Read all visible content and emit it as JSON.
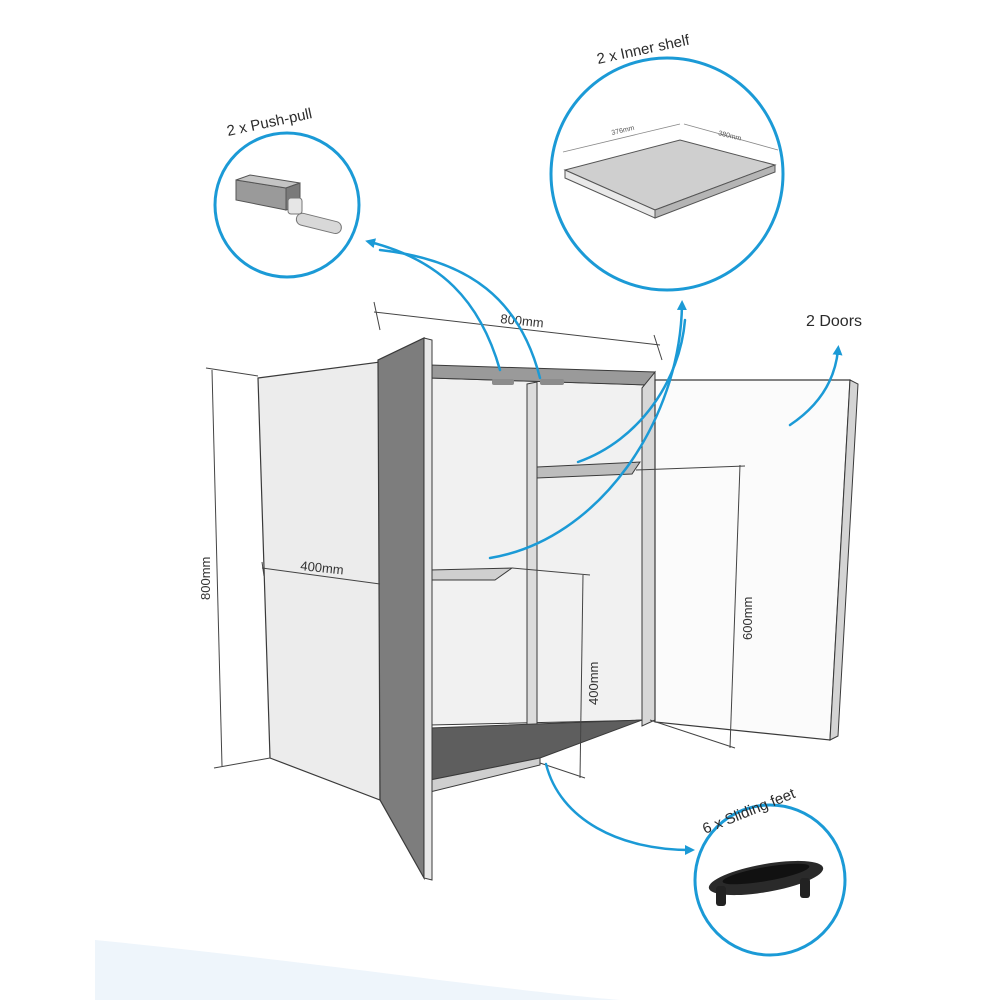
{
  "callouts": {
    "push_pull": "2 x Push-pull",
    "inner_shelf": "2 x Inner shelf",
    "doors": "2 Doors",
    "sliding_feet": "6 x Sliding feet"
  },
  "dimensions": {
    "width": "800mm",
    "height": "800mm",
    "depth": "400mm",
    "door_height": "600mm",
    "lower_height": "400mm",
    "shelf_width": "376mm",
    "shelf_depth": "380mm"
  },
  "colors": {
    "accent": "#1b9ad6",
    "panel_light": "#f2f2f2",
    "panel_mid": "#dcdcdc",
    "panel_dark": "#8a8a8a",
    "door_edge": "#7d7d7d",
    "floor": "#5e5e5e",
    "outline": "#3a3a3a"
  }
}
